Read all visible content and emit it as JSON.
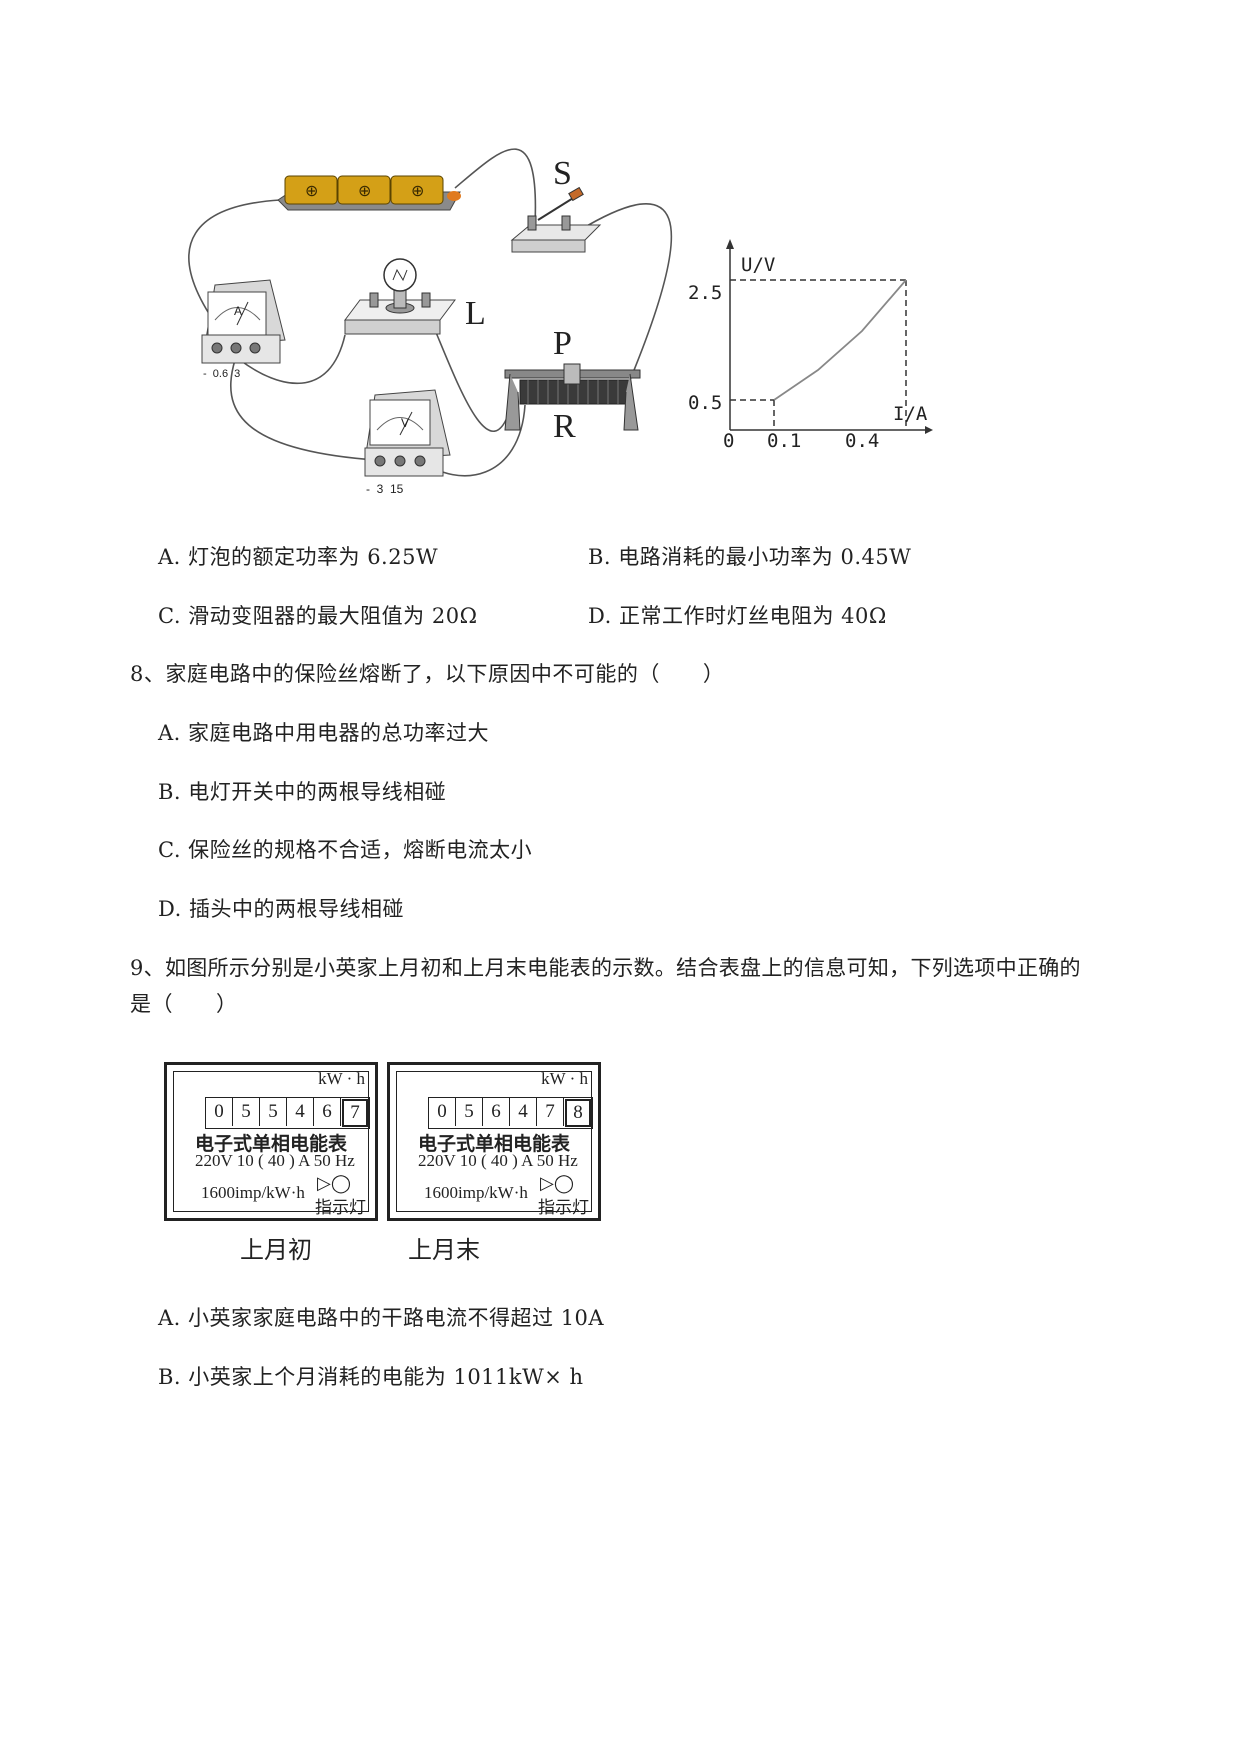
{
  "circuit": {
    "label_S": "S",
    "label_L": "L",
    "label_P": "P",
    "label_R": "R",
    "ammeter_face": "A",
    "ammeter_terminals": "-  0.6  3",
    "voltmeter_face": "V",
    "voltmeter_terminals": "-  3  15"
  },
  "graph": {
    "y_axis_label": "U/V",
    "x_axis_label": "I/A",
    "y_tick_high": "2.5",
    "y_tick_low": "0.5",
    "x_tick_origin": "0",
    "x_tick_low": "0.1",
    "x_tick_high": "0.4"
  },
  "q7_options": {
    "A": "A. 灯泡的额定功率为 6.25W",
    "B": "B. 电路消耗的最小功率为 0.45W",
    "C": "C. 滑动变阻器的最大阻值为 20Ω",
    "D": "D. 正常工作时灯丝电阻为 40Ω"
  },
  "q8": {
    "stem": "8、家庭电路中的保险丝熔断了，以下原因中不可能的（　　）",
    "A": "A. 家庭电路中用电器的总功率过大",
    "B": "B. 电灯开关中的两根导线相碰",
    "C": "C. 保险丝的规格不合适，熔断电流太小",
    "D": "D. 插头中的两根导线相碰"
  },
  "q9": {
    "stem_line1": "9、如图所示分别是小英家上月初和上月末电能表的示数。结合表盘上的信息可知，下列选项中正确的",
    "stem_line2": "是（　　）",
    "A": "A. 小英家家庭电路中的干路电流不得超过 10A",
    "B": "B. 小英家上个月消耗的电能为 1011kW× h"
  },
  "meters": [
    {
      "unit": "kW · h",
      "digits": [
        "0",
        "5",
        "5",
        "4",
        "6",
        "7"
      ],
      "name": "电子式单相电能表",
      "rating": "220V 10 ( 40 ) A 50 Hz",
      "imp": "1600imp/kW·h",
      "indicator": "指示灯",
      "caption": "上月初"
    },
    {
      "unit": "kW · h",
      "digits": [
        "0",
        "5",
        "6",
        "4",
        "7",
        "8"
      ],
      "name": "电子式单相电能表",
      "rating": "220V 10 ( 40 ) A 50 Hz",
      "imp": "1600imp/kW·h",
      "indicator": "指示灯",
      "caption": "上月末"
    }
  ],
  "chart_data": {
    "type": "line",
    "xlabel": "I/A",
    "ylabel": "U/V",
    "x_ticks": [
      "0",
      "0.1",
      "0.4"
    ],
    "y_ticks": [
      "0.5",
      "2.5"
    ],
    "series": [
      {
        "x": [
          0.1,
          0.2,
          0.3,
          0.4
        ],
        "y": [
          0.5,
          1.0,
          1.65,
          2.5
        ]
      }
    ]
  }
}
